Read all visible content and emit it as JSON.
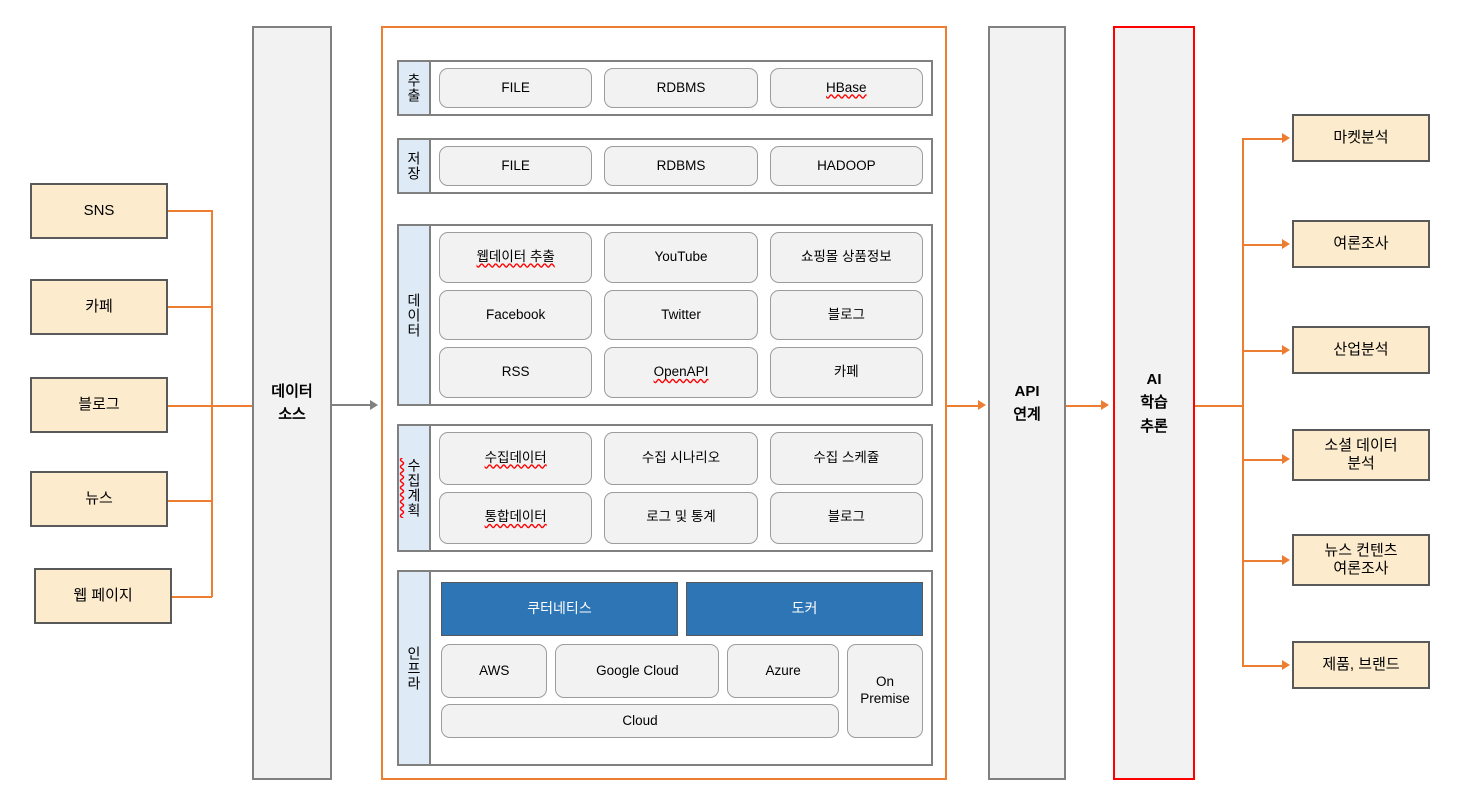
{
  "sources": {
    "items": [
      {
        "label": "SNS"
      },
      {
        "label": "카페"
      },
      {
        "label": "블로그"
      },
      {
        "label": "뉴스"
      },
      {
        "label": "웹 페이지"
      }
    ]
  },
  "data_source_pillar": {
    "line1": "데이터",
    "line2": "소스"
  },
  "api_pillar": {
    "line1": "API",
    "line2": "연계"
  },
  "ai_pillar": {
    "line1": "AI",
    "line2": "학습",
    "line3": "추론"
  },
  "platform": {
    "extract": {
      "label": "추출",
      "items": [
        {
          "label": "FILE",
          "spellcheck": false
        },
        {
          "label": "RDBMS",
          "spellcheck": false
        },
        {
          "label": "HBase",
          "spellcheck": true
        }
      ]
    },
    "store": {
      "label": "저장",
      "items": [
        {
          "label": "FILE",
          "spellcheck": false
        },
        {
          "label": "RDBMS",
          "spellcheck": false
        },
        {
          "label": "HADOOP",
          "spellcheck": false
        }
      ]
    },
    "data": {
      "label": "데이터",
      "rows": [
        [
          {
            "label": "웹데이터 추출",
            "spellcheck": true
          },
          {
            "label": "YouTube",
            "spellcheck": false
          },
          {
            "label": "쇼핑몰 상품정보",
            "spellcheck": false
          }
        ],
        [
          {
            "label": "Facebook",
            "spellcheck": false
          },
          {
            "label": "Twitter",
            "spellcheck": false
          },
          {
            "label": "블로그",
            "spellcheck": false
          }
        ],
        [
          {
            "label": "RSS",
            "spellcheck": false
          },
          {
            "label": "OpenAPI",
            "spellcheck": true
          },
          {
            "label": "카페",
            "spellcheck": false
          }
        ]
      ]
    },
    "plan": {
      "label": "수집계획",
      "label_spellcheck": true,
      "rows": [
        [
          {
            "label": "수집데이터",
            "spellcheck": true
          },
          {
            "label": "수집 시나리오",
            "spellcheck": false
          },
          {
            "label": "수집 스케쥴",
            "spellcheck": false
          }
        ],
        [
          {
            "label": "통합데이터",
            "spellcheck": true
          },
          {
            "label": "로그 및 통계",
            "spellcheck": false
          },
          {
            "label": "블로그",
            "spellcheck": false
          }
        ]
      ]
    },
    "infra": {
      "label": "인프라",
      "orchestration": [
        {
          "label": "쿠터네티스"
        },
        {
          "label": "도커"
        }
      ],
      "clouds": [
        {
          "label": "AWS"
        },
        {
          "label": "Google Cloud"
        },
        {
          "label": "Azure"
        }
      ],
      "cloud_bar": {
        "label": "Cloud"
      },
      "on_premise": {
        "label": "On\nPremise"
      }
    }
  },
  "outputs": {
    "items": [
      {
        "label": "마켓분석"
      },
      {
        "label": "여론조사"
      },
      {
        "label": "산업분석"
      },
      {
        "label": "소셜 데이터\n분석"
      },
      {
        "label": "뉴스 컨텐츠\n여론조사"
      },
      {
        "label": "제품, 브랜드"
      }
    ]
  },
  "colors": {
    "accent_orange": "#ED7D31",
    "source_fill": "#FCEBCD",
    "source_border": "#595959",
    "pillar_fill": "#F2F2F2",
    "pillar_border": "#808080",
    "ai_border": "#FF0000",
    "band_label_fill": "#DEEAF6",
    "chip_fill": "#F2F2F2",
    "chip_border": "#9C9C9C",
    "blue_fill": "#2E75B6"
  }
}
